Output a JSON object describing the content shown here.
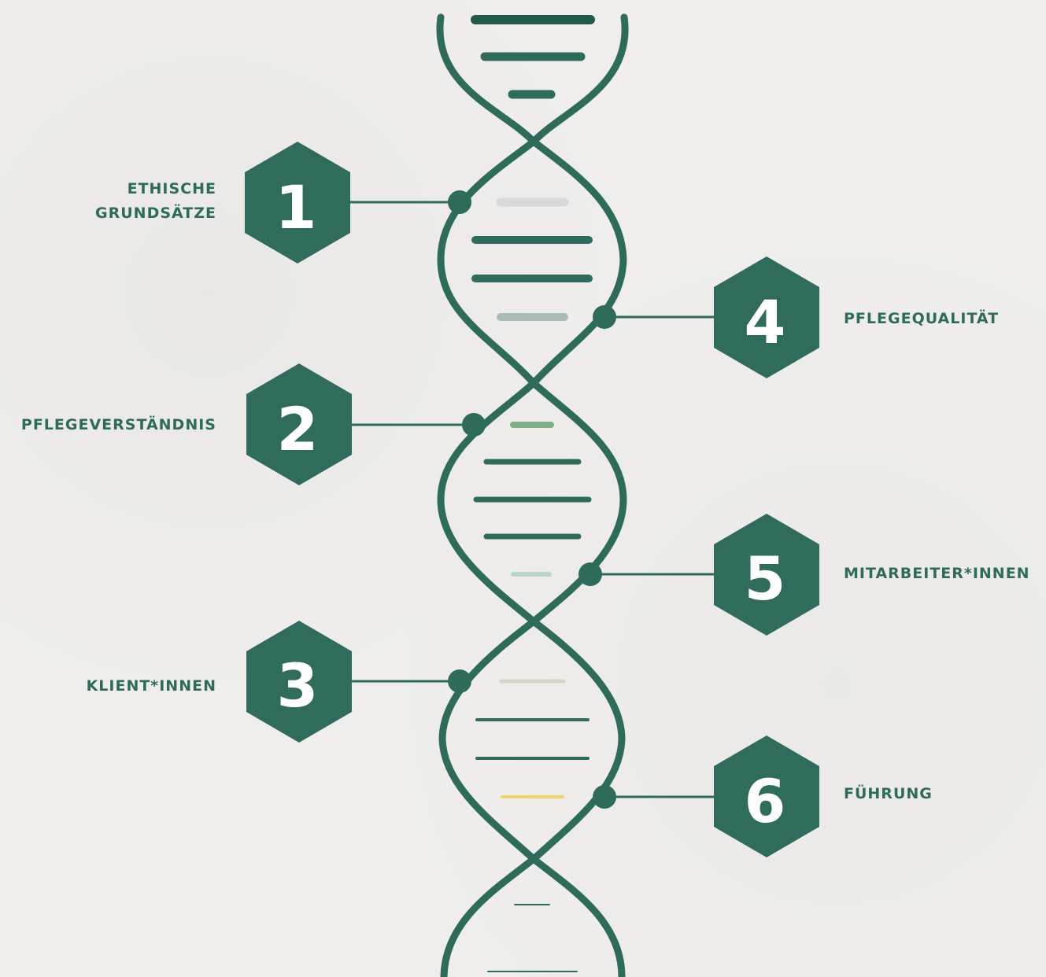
{
  "colors": {
    "background": "#efeeec",
    "primary": "#2f6b5b",
    "hex_fill": "#306c5c",
    "number_text": "#ffffff",
    "rung_light_gray": "#d9d9d9",
    "rung_gray_green": "#a9bdb7",
    "rung_light_green": "#7fb08a",
    "rung_mint": "#b9d5c9",
    "rung_beige": "#d8d5c8",
    "rung_yellow": "#efd56a"
  },
  "nodes": [
    {
      "number": "1",
      "lines": [
        "ETHISCHE",
        "GRUNDSÄTZE"
      ],
      "side": "left"
    },
    {
      "number": "2",
      "lines": [
        "PFLEGEVERSTÄNDNIS"
      ],
      "side": "left"
    },
    {
      "number": "3",
      "lines": [
        "KLIENT*INNEN"
      ],
      "side": "left"
    },
    {
      "number": "4",
      "lines": [
        "PFLEGEQUALITÄT"
      ],
      "side": "right"
    },
    {
      "number": "5",
      "lines": [
        "MITARBEITER*INNEN"
      ],
      "side": "right"
    },
    {
      "number": "6",
      "lines": [
        "FÜHRUNG"
      ],
      "side": "right"
    }
  ]
}
